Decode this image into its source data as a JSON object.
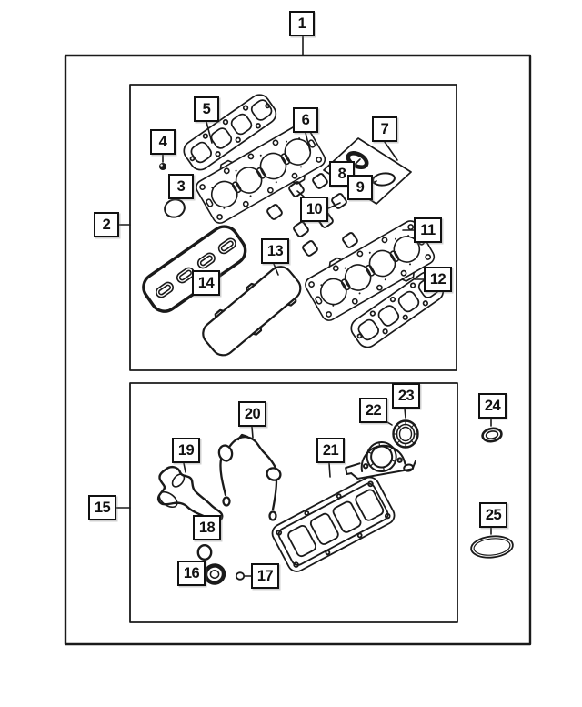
{
  "colors": {
    "line": "#1a1a1a",
    "background": "#ffffff"
  },
  "callouts": [
    {
      "number": "1"
    },
    {
      "number": "2"
    },
    {
      "number": "3"
    },
    {
      "number": "4"
    },
    {
      "number": "5"
    },
    {
      "number": "6"
    },
    {
      "number": "7"
    },
    {
      "number": "8"
    },
    {
      "number": "9"
    },
    {
      "number": "10"
    },
    {
      "number": "11"
    },
    {
      "number": "12"
    },
    {
      "number": "13"
    },
    {
      "number": "14"
    },
    {
      "number": "15"
    },
    {
      "number": "16"
    },
    {
      "number": "17"
    },
    {
      "number": "18"
    },
    {
      "number": "19"
    },
    {
      "number": "20"
    },
    {
      "number": "21"
    },
    {
      "number": "22"
    },
    {
      "number": "23"
    },
    {
      "number": "24"
    },
    {
      "number": "25"
    }
  ]
}
